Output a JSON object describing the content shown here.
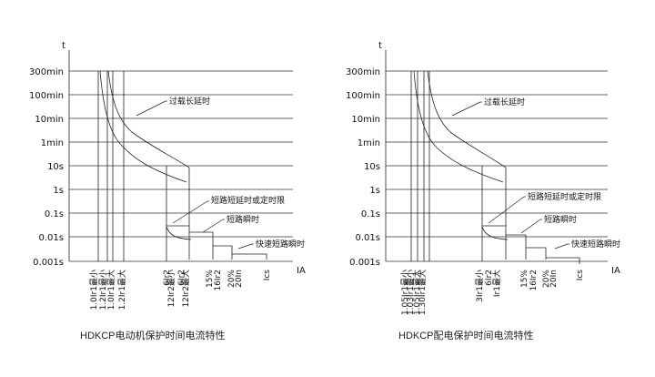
{
  "charts": [
    {
      "caption": "HDKCP电动机保护时间电流特性",
      "y_axis_symbol": "t",
      "x_axis_symbol": "IA",
      "y_ticks": [
        "300min",
        "100min",
        "10min",
        "1min",
        "10s",
        "1s",
        "0.1s",
        "0.01s",
        "0.001s"
      ],
      "x_labels": [
        "1.0Ir1最小",
        "1.2Ir1最小",
        "1.0Ir1最大",
        "1.2Ir1最大",
        "6Ir2",
        "12Ir2最小",
        "6Ir2",
        "12Ir2最大",
        "15%",
        "16Ir2",
        "20%",
        "20In",
        "Ics"
      ],
      "annotations": [
        "过载长延时",
        "短路短延时或定时限",
        "短路瞬时",
        "快速短路瞬时"
      ]
    },
    {
      "caption": "HDKCP配电保护时间电流特性",
      "y_axis_symbol": "t",
      "x_axis_symbol": "IA",
      "y_ticks": [
        "300min",
        "100min",
        "10min",
        "1min",
        "10s",
        "1s",
        "0.1s",
        "0.01s",
        "0.001s"
      ],
      "x_labels": [
        "1.05Ir1最小",
        "1.03Ir1最小",
        "1.05Ir1最大",
        "1.30Ir1最大",
        "3Ir1最小",
        "6Ir2",
        "Ir1最大",
        "15%",
        "16Ir2",
        "20%",
        "20In",
        "Ics"
      ],
      "annotations": [
        "过载长延时",
        "短路短延时或定时限",
        "短路瞬时",
        "快速短路瞬时"
      ]
    }
  ]
}
